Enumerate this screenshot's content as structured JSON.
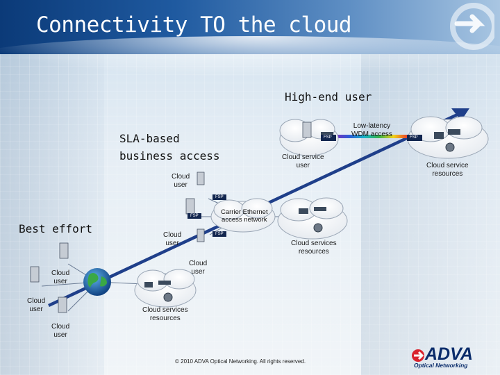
{
  "slide": {
    "title": "Connectivity TO the cloud",
    "footer": "© 2010 ADVA Optical Networking. All rights reserved.",
    "brand": {
      "name": "ADVA",
      "tagline": "Optical Networking"
    }
  },
  "tiers": {
    "high_end": "High-end user",
    "sla_line1": "SLA-based",
    "sla_line2": "business access",
    "best_effort": "Best effort"
  },
  "labels": {
    "low_latency_line1": "Low-latency",
    "low_latency_line2": "WDM access",
    "cloud_service_user_line1": "Cloud service",
    "cloud_service_user_line2": "user",
    "cloud_service_resources_line1": "Cloud service",
    "cloud_service_resources_line2": "resources",
    "carrier_ethernet_line1": "Carrier Ethernet",
    "carrier_ethernet_line2": "access network",
    "cloud_services_resources_line1": "Cloud services",
    "cloud_services_resources_line2": "resources",
    "cloud_user_line1": "Cloud",
    "cloud_user_line2": "user",
    "fsp": "FSP"
  },
  "colors": {
    "accent_blue": "#1f3f8a",
    "brand_red": "#d9232e",
    "brand_navy": "#0a2c6b"
  }
}
